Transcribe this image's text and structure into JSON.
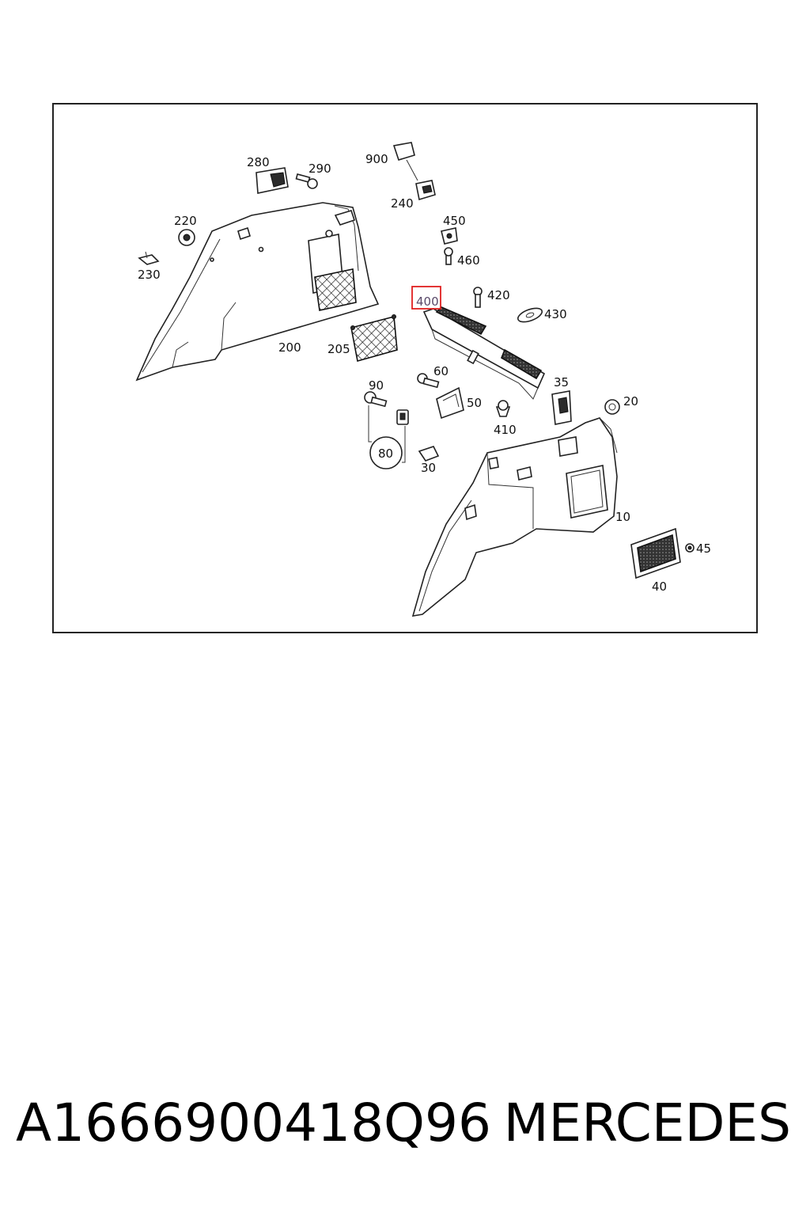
{
  "diagram": {
    "callouts": {
      "c10": "10",
      "c20": "20",
      "c30": "30",
      "c35": "35",
      "c40": "40",
      "c45": "45",
      "c50": "50",
      "c60": "60",
      "c80": "80",
      "c90": "90",
      "c200": "200",
      "c205": "205",
      "c220": "220",
      "c230": "230",
      "c240": "240",
      "c280": "280",
      "c290": "290",
      "c400": "400",
      "c410": "410",
      "c420": "420",
      "c430": "430",
      "c450": "450",
      "c460": "460",
      "c900": "900"
    },
    "highlighted_callout": "400",
    "highlight_color": "#e02020"
  },
  "footer": {
    "part_number": "A1666900418Q96",
    "brand": "MERCEDES"
  }
}
